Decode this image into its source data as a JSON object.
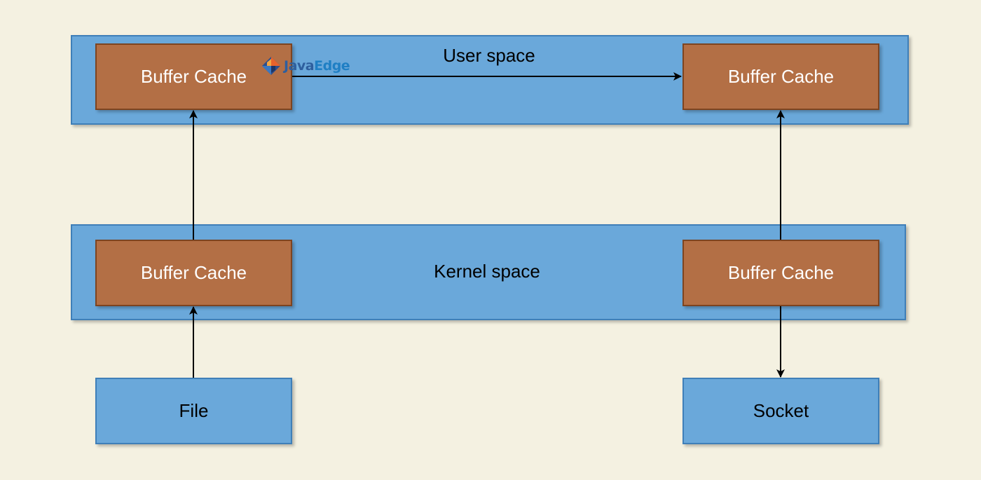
{
  "layers": {
    "user": {
      "label": "User space"
    },
    "kernel": {
      "label": "Kernel space"
    }
  },
  "nodes": {
    "user_left": {
      "label": "Buffer Cache"
    },
    "user_right": {
      "label": "Buffer Cache"
    },
    "kernel_left": {
      "label": "Buffer Cache"
    },
    "kernel_right": {
      "label": "Buffer Cache"
    },
    "file": {
      "label": "File"
    },
    "socket": {
      "label": "Socket"
    }
  },
  "watermark": {
    "java": "Java",
    "edge": "Edge"
  },
  "edges": [
    {
      "from": "file",
      "to": "kernel_left"
    },
    {
      "from": "kernel_left",
      "to": "user_left"
    },
    {
      "from": "user_left",
      "to": "user_right"
    },
    {
      "from": "kernel_right",
      "to": "user_right"
    },
    {
      "from": "kernel_right",
      "to": "socket"
    }
  ],
  "colors": {
    "background": "#f4f1e1",
    "layer_fill": "#6aa8da",
    "layer_border": "#3f7fb8",
    "cache_fill": "#b36f45",
    "cache_border": "#7d4420",
    "arrow": "#000000"
  }
}
